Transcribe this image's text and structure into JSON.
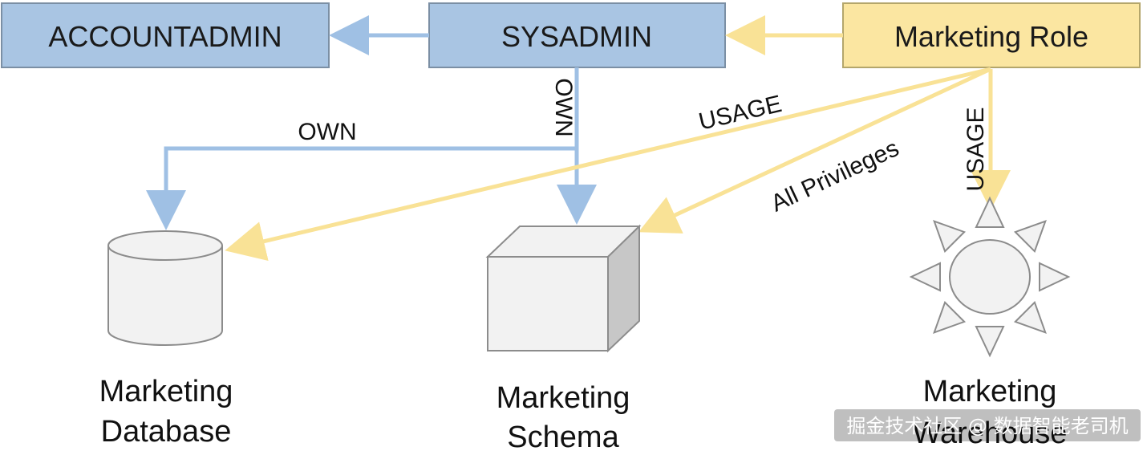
{
  "roles": {
    "accountadmin": {
      "label": "ACCOUNTADMIN"
    },
    "sysadmin": {
      "label": "SYSADMIN"
    },
    "marketing_role": {
      "label": "Marketing Role"
    }
  },
  "edges": {
    "sysadmin_own_database": {
      "label": "OWN"
    },
    "sysadmin_own_schema": {
      "label": "OWN"
    },
    "marketing_usage_database": {
      "label": "USAGE"
    },
    "marketing_all_privileges_schema": {
      "label": "All Privileges"
    },
    "marketing_usage_warehouse": {
      "label": "USAGE"
    }
  },
  "objects": {
    "database": {
      "line1": "Marketing",
      "line2": "Database"
    },
    "schema": {
      "line1": "Marketing",
      "line2": "Schema"
    },
    "warehouse": {
      "line1": "Marketing",
      "line2": "Warehouse"
    }
  },
  "watermark": {
    "text": "掘金技术社区 @ 数据智能老司机"
  },
  "colors": {
    "admin_fill": "#a9c5e3",
    "admin_stroke": "#7b8fa4",
    "admin_arrow": "#9fc0e4",
    "marketing_fill": "#fbe6a1",
    "marketing_stroke": "#b4a66b",
    "marketing_arrow": "#f9e296",
    "object_fill": "#f2f2f2",
    "object_stroke": "#8c8c8c",
    "cube_side": "#c7c7c7"
  }
}
